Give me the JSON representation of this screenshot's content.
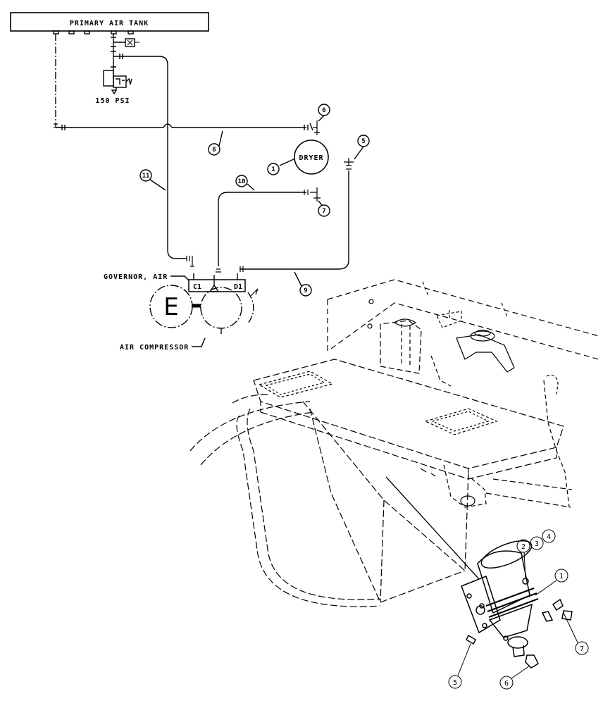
{
  "diagram": {
    "tank_label": "PRIMARY AIR TANK",
    "valve_label": "150 PSI",
    "dryer_label": "DRYER",
    "governor_label": "GOVERNOR, AIR",
    "compressor_label": "AIR COMPRESSOR",
    "engine_label": "E",
    "port_c1": "C1",
    "port_d1": "D1",
    "callouts": {
      "dryer": "1",
      "line_6_end": "6",
      "line_6": "6",
      "line_5_end": "5",
      "line_7_end": "7",
      "line_10": "10",
      "line_11": "11",
      "line_9": "9"
    }
  },
  "assembly": {
    "callouts": [
      "2",
      "3",
      "4",
      "1",
      "7",
      "5",
      "6"
    ]
  },
  "colors": {
    "ink": "#000000",
    "paper": "#ffffff"
  }
}
